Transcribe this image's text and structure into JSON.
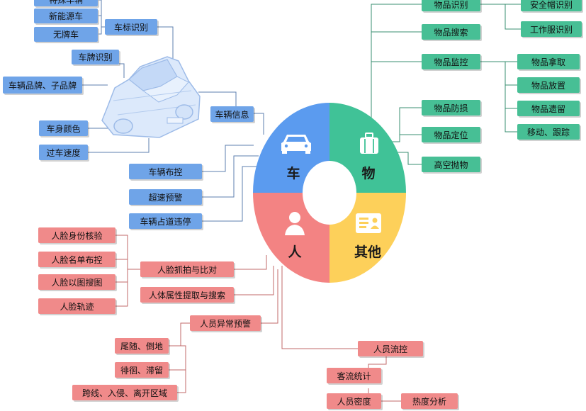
{
  "center": {
    "car": "车",
    "object": "物",
    "person": "人",
    "other": "其他"
  },
  "vehicle": {
    "nodes": {
      "top_cut": "特殊车辆",
      "new_energy": "新能源车",
      "no_plate": "无牌车",
      "logo": "车标识别",
      "plate": "车牌识别",
      "brand": "车辆品牌、子品牌",
      "color": "车身颜色",
      "speed": "过车速度",
      "info": "车辆信息",
      "deploy": "车辆布控",
      "overspeed": "超速预警",
      "lane_park": "车辆占道违停"
    }
  },
  "object": {
    "nodes": {
      "recognition": "物品识别",
      "helmet": "安全帽识别",
      "uniform": "工作服识别",
      "search": "物品搜索",
      "monitor": "物品监控",
      "take": "物品拿取",
      "place": "物品放置",
      "leave": "物品遗留",
      "move_track": "移动、跟踪",
      "damage": "物品防损",
      "locate": "物品定位",
      "throw": "高空抛物"
    }
  },
  "person": {
    "nodes": {
      "face_verify": "人脸身份核验",
      "face_list": "人脸名单布控",
      "face_search": "人脸以图搜图",
      "face_track": "人脸轨迹",
      "face_capture": "人脸抓拍与比对",
      "body_attr": "人体属性提取与搜索",
      "abnormal": "人员异常预警",
      "tailgate": "尾随、倒地",
      "linger": "徘徊、滞留",
      "intrude": "跨线、入侵、离开区域",
      "flow": "人员流控",
      "count": "客流统计",
      "density": "人员密度",
      "heatmap": "热度分析"
    }
  },
  "colors": {
    "car": "#5b9bef",
    "object": "#40c297",
    "person": "#f38383",
    "other": "#fdd05a",
    "node_blue": "#6fa4e8",
    "node_green": "#47bf95",
    "node_red": "#f08a8a"
  }
}
